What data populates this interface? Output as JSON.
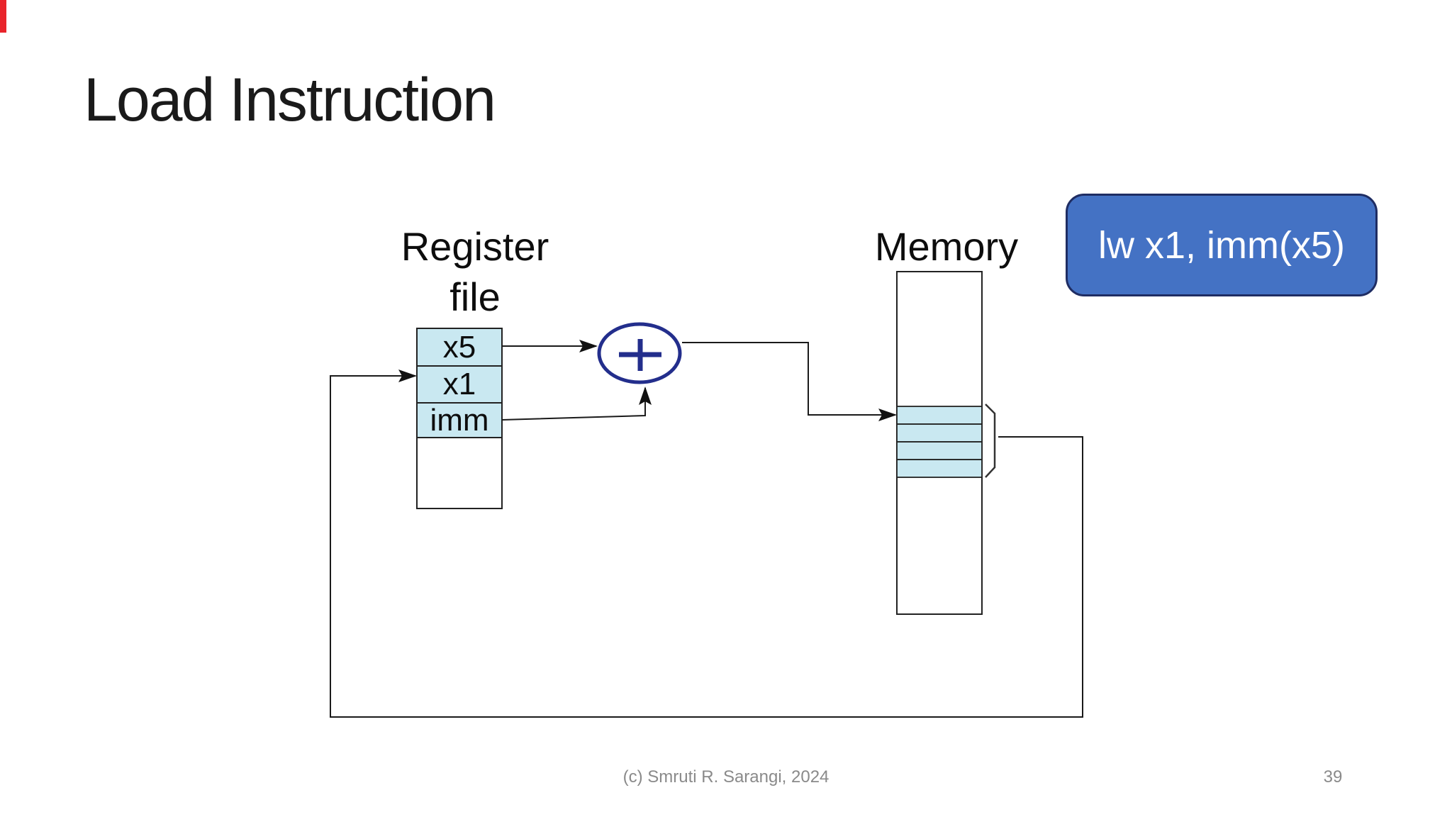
{
  "slide": {
    "title": "Load Instruction",
    "footer": "(c) Smruti R. Sarangi, 2024",
    "page_number": "39"
  },
  "diagram": {
    "register_file": {
      "label_line1": "Register",
      "label_line2": "file",
      "cells": [
        "x5",
        "x1",
        "imm"
      ]
    },
    "memory": {
      "label": "Memory",
      "highlighted_rows": 4
    },
    "adder": {
      "symbol": "+"
    },
    "instruction_box": {
      "text": "lw x1, imm(x5)"
    }
  },
  "colors": {
    "cell_fill": "#c9e8f1",
    "box_border": "#222222",
    "line": "#1a1a1a",
    "adder_stroke": "#232e8c",
    "instruction_fill": "#4472c4",
    "instruction_border": "#1f2d63",
    "instruction_text": "#ffffff",
    "footer_text": "#8a8a8a",
    "red_strip": "#e9242b"
  }
}
